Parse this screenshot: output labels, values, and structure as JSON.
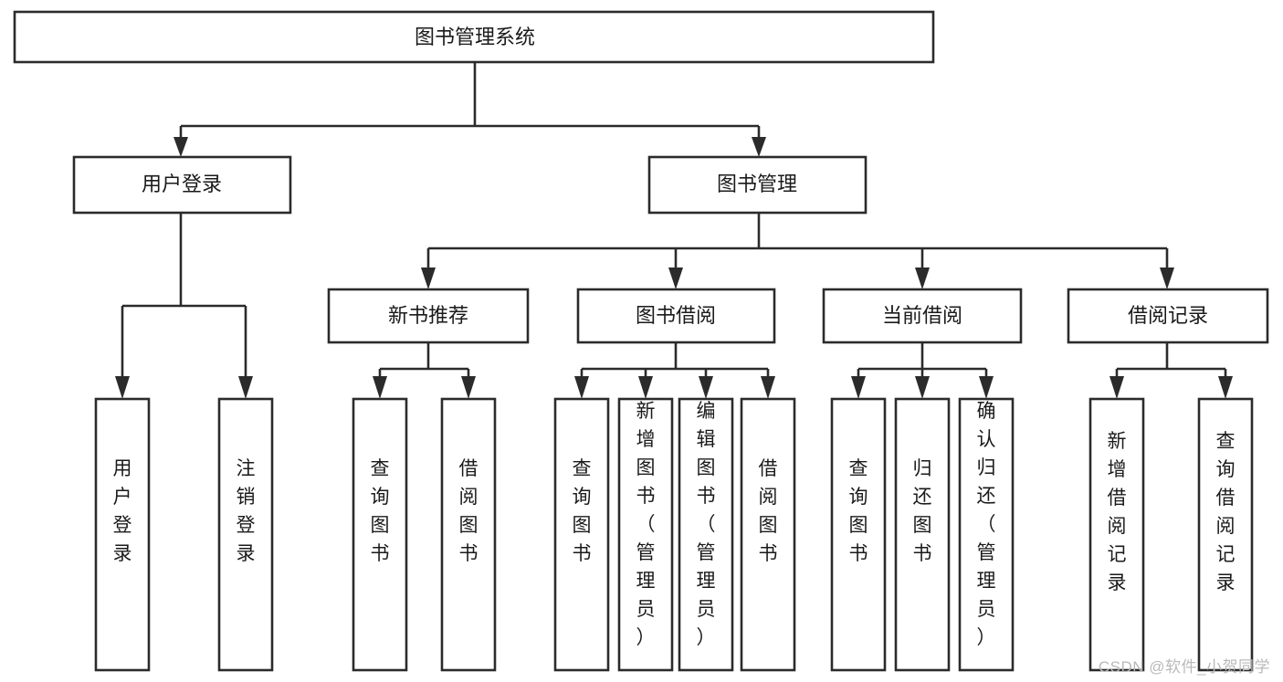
{
  "diagram": {
    "type": "tree-hierarchy",
    "title": "图书管理系统",
    "root": {
      "id": "root",
      "label": "图书管理系统",
      "orientation": "horizontal"
    },
    "level1": [
      {
        "id": "user-login",
        "label": "用户登录",
        "orientation": "horizontal"
      },
      {
        "id": "book-manage",
        "label": "图书管理",
        "orientation": "horizontal"
      }
    ],
    "level2": [
      {
        "id": "new-book-rec",
        "label": "新书推荐",
        "parent": "book-manage",
        "orientation": "horizontal"
      },
      {
        "id": "book-borrow",
        "label": "图书借阅",
        "parent": "book-manage",
        "orientation": "horizontal"
      },
      {
        "id": "current-borrow",
        "label": "当前借阅",
        "parent": "book-manage",
        "orientation": "horizontal"
      },
      {
        "id": "borrow-record",
        "label": "借阅记录",
        "parent": "book-manage",
        "orientation": "horizontal"
      }
    ],
    "leaves": [
      {
        "id": "leaf-user-login",
        "label": "用户登录",
        "parent": "user-login",
        "orientation": "vertical"
      },
      {
        "id": "leaf-user-logout",
        "label": "注销登录",
        "parent": "user-login",
        "orientation": "vertical"
      },
      {
        "id": "leaf-query-book-1",
        "label": "查询图书",
        "parent": "new-book-rec",
        "orientation": "vertical"
      },
      {
        "id": "leaf-borrow-book-1",
        "label": "借阅图书",
        "parent": "new-book-rec",
        "orientation": "vertical"
      },
      {
        "id": "leaf-query-book-2",
        "label": "查询图书",
        "parent": "book-borrow",
        "orientation": "vertical"
      },
      {
        "id": "leaf-add-book",
        "label": "新增图书（管理员）",
        "parent": "book-borrow",
        "orientation": "vertical"
      },
      {
        "id": "leaf-edit-book",
        "label": "编辑图书（管理员）",
        "parent": "book-borrow",
        "orientation": "vertical"
      },
      {
        "id": "leaf-borrow-book-2",
        "label": "借阅图书",
        "parent": "book-borrow",
        "orientation": "vertical"
      },
      {
        "id": "leaf-query-book-3",
        "label": "查询图书",
        "parent": "current-borrow",
        "orientation": "vertical"
      },
      {
        "id": "leaf-return-book",
        "label": "归还图书",
        "parent": "current-borrow",
        "orientation": "vertical"
      },
      {
        "id": "leaf-confirm-return",
        "label": "确认归还（管理员）",
        "parent": "current-borrow",
        "orientation": "vertical"
      },
      {
        "id": "leaf-add-record",
        "label": "新增借阅记录",
        "parent": "borrow-record",
        "orientation": "vertical"
      },
      {
        "id": "leaf-query-record",
        "label": "查询借阅记录",
        "parent": "borrow-record",
        "orientation": "vertical"
      }
    ],
    "colors": {
      "stroke": "#2b2b2b",
      "fill": "#ffffff",
      "text": "#1a1a1a",
      "background": "#ffffff",
      "watermark": "#b9b9b9"
    }
  },
  "watermark": {
    "text": "CSDN @软件_小贺同学"
  }
}
